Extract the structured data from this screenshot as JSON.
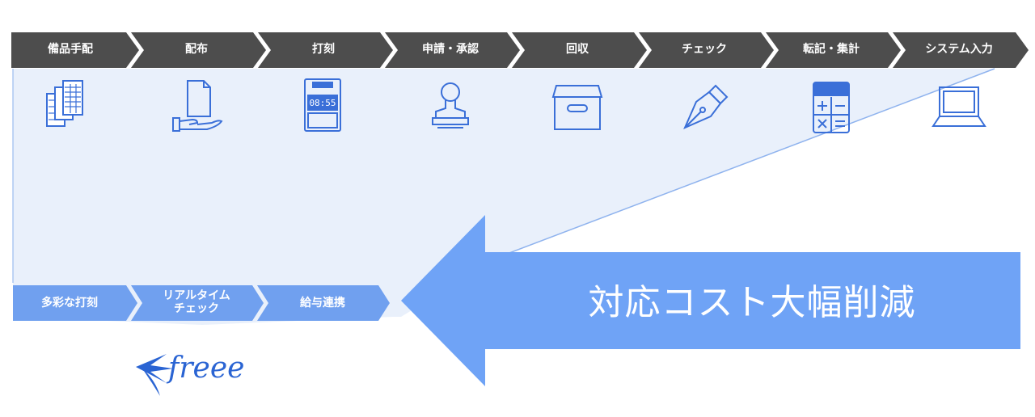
{
  "process_steps": [
    {
      "label": "備品手配",
      "icon": "document-stack-icon"
    },
    {
      "label": "配布",
      "icon": "hand-document-icon"
    },
    {
      "label": "打刻",
      "icon": "time-clock-icon"
    },
    {
      "label": "申請・承認",
      "icon": "stamp-icon"
    },
    {
      "label": "回収",
      "icon": "storage-box-icon"
    },
    {
      "label": "チェック",
      "icon": "pen-nib-icon"
    },
    {
      "label": "転記・集計",
      "icon": "calculator-icon"
    },
    {
      "label": "システム入力",
      "icon": "laptop-icon"
    }
  ],
  "clock_time": "08:55",
  "freee_steps": [
    {
      "line1": "多彩な打刻",
      "line2": ""
    },
    {
      "line1": "リアルタイム",
      "line2": "チェック"
    },
    {
      "line1": "給与連携",
      "line2": ""
    }
  ],
  "arrow_text": "対応コスト大幅削減",
  "logo_text": "freee",
  "colors": {
    "top_chevron": "#4d4d4d",
    "bottom_chevron": "#70a0ef",
    "arrow": "#6fa3f6",
    "shade": "#e9f0fb",
    "icon_stroke": "#3a6fd8",
    "logo": "#2a64d3"
  }
}
